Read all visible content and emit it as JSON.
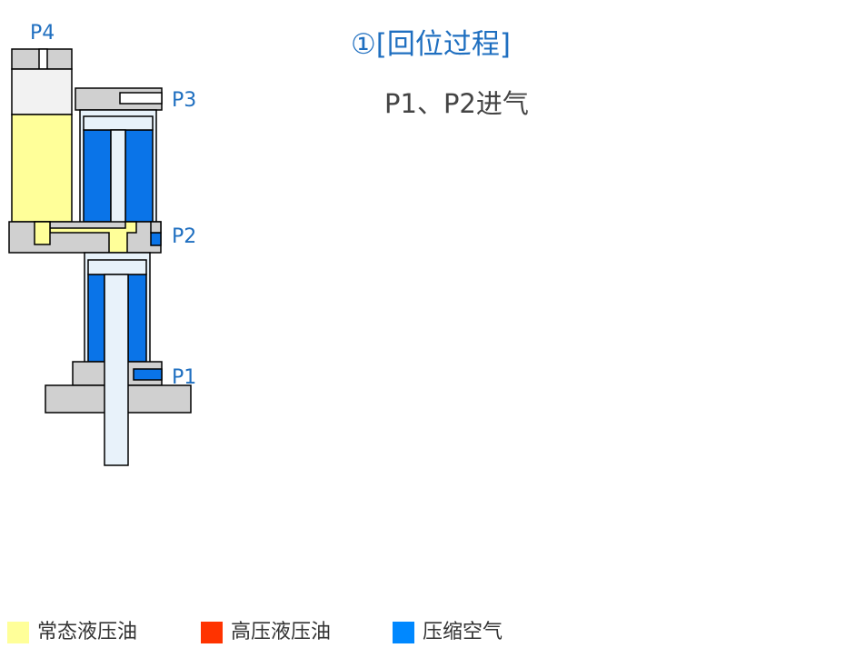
{
  "title": "①[回位过程]",
  "subtitle": "P1、P2进气",
  "ports": {
    "p4": "P4",
    "p3": "P3",
    "p2": "P2",
    "p1": "P1"
  },
  "legend": [
    {
      "label": "常态液压油",
      "color": "#ffff99"
    },
    {
      "label": "高压液压油",
      "color": "#ff3300"
    },
    {
      "label": "压缩空气",
      "color": "#0088ff"
    }
  ],
  "colors": {
    "accent": "#1f6fc0",
    "body_gray": "#d0d0d0",
    "rod_light": "#e8f2fa",
    "cylinder_blue": "#0a74e8",
    "oil_yellow": "#ffff99"
  }
}
